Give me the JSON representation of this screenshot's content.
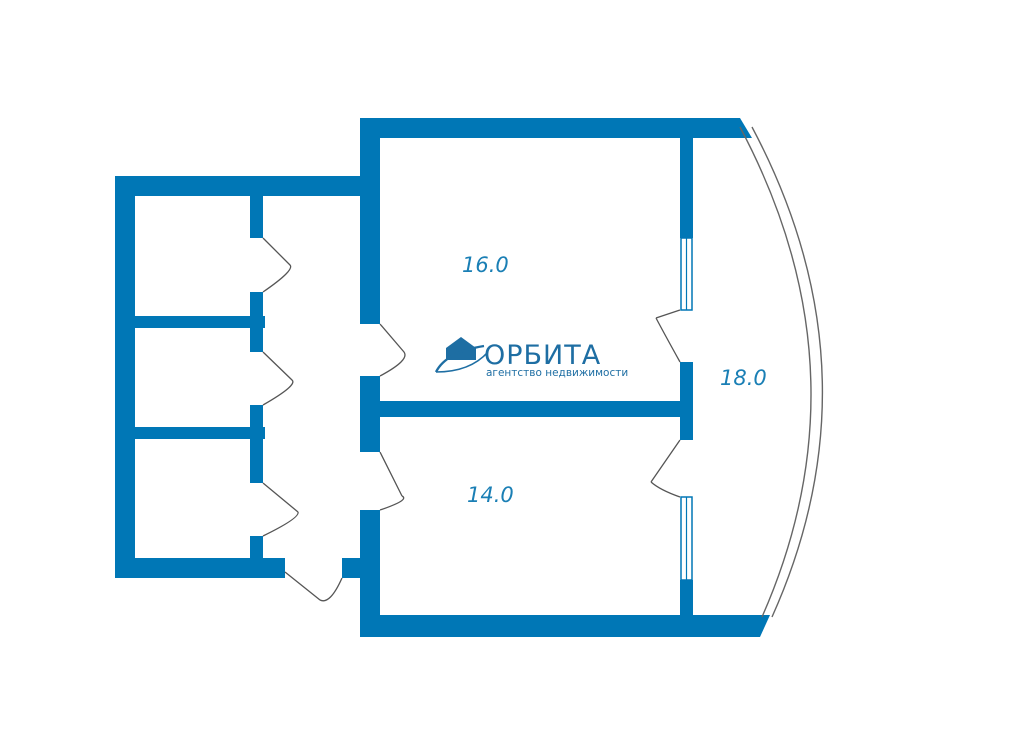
{
  "rooms": [
    {
      "id": "room-top",
      "area": "16.0"
    },
    {
      "id": "room-bottom",
      "area": "14.0"
    },
    {
      "id": "room-balcony",
      "area": "18.0"
    }
  ],
  "logo": {
    "name": "ОРБИТА",
    "tagline": "агентство недвижимости",
    "icon": "house-orbit-icon"
  },
  "colors": {
    "wall": "#0077b6",
    "label": "#1a7fb5",
    "logo": "#1e6ea3",
    "door": "#666666"
  }
}
